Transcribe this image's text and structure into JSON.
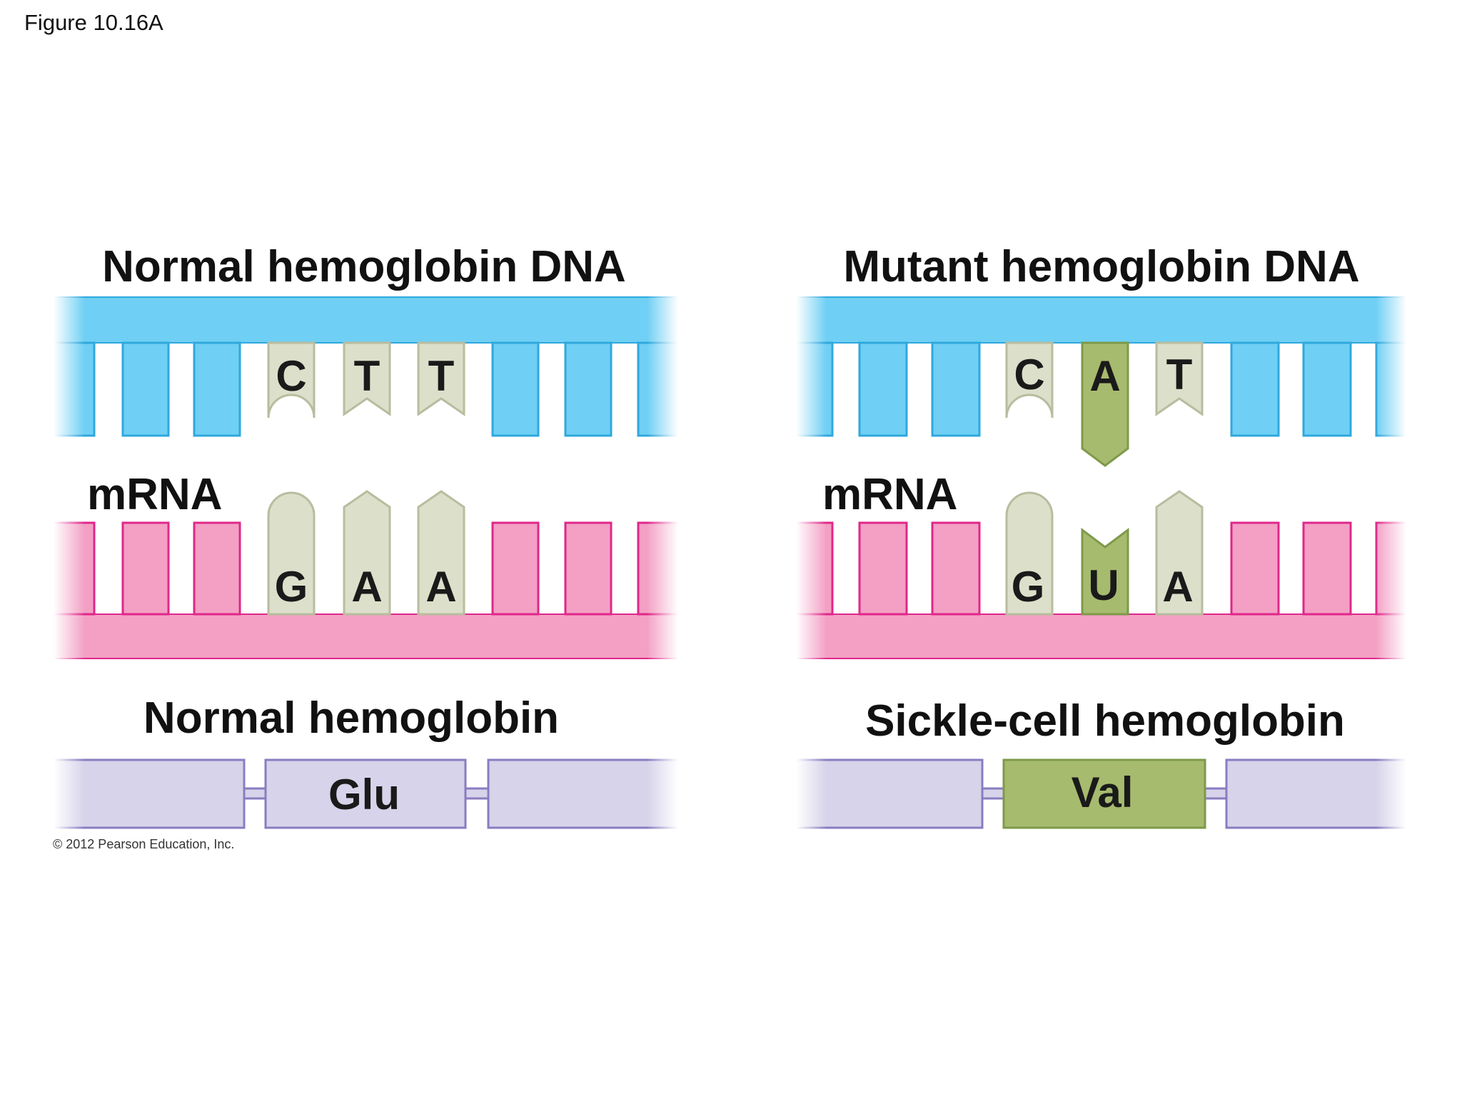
{
  "figure_label": "Figure 10.16A",
  "copyright": "© 2012 Pearson Education, Inc.",
  "panels": {
    "normal": {
      "dna_title": "Normal hemoglobin DNA",
      "mrna_title": "mRNA",
      "protein_title": "Normal hemoglobin",
      "dna_bases": [
        "C",
        "T",
        "T"
      ],
      "mrna_bases": [
        "G",
        "A",
        "A"
      ],
      "amino_acid": "Glu"
    },
    "mutant": {
      "dna_title": "Mutant hemoglobin DNA",
      "mrna_title": "mRNA",
      "protein_title": "Sickle-cell hemoglobin",
      "dna_bases": [
        "C",
        "A",
        "T"
      ],
      "mrna_bases": [
        "G",
        "U",
        "A"
      ],
      "amino_acid": "Val",
      "mutated_base_index": 1
    }
  },
  "colors": {
    "dna_strand": "#6fcff4",
    "dna_edge": "#2fa8dd",
    "mrna_strand": "#f3a0c4",
    "mrna_edge": "#e0278a",
    "codon_base": "#dcdfca",
    "codon_edge": "#b9bc9e",
    "mutation": "#a6bb6e",
    "mutation_edge": "#7e9a4a",
    "protein": "#d6d3ea",
    "protein_edge": "#8a7cc0"
  }
}
